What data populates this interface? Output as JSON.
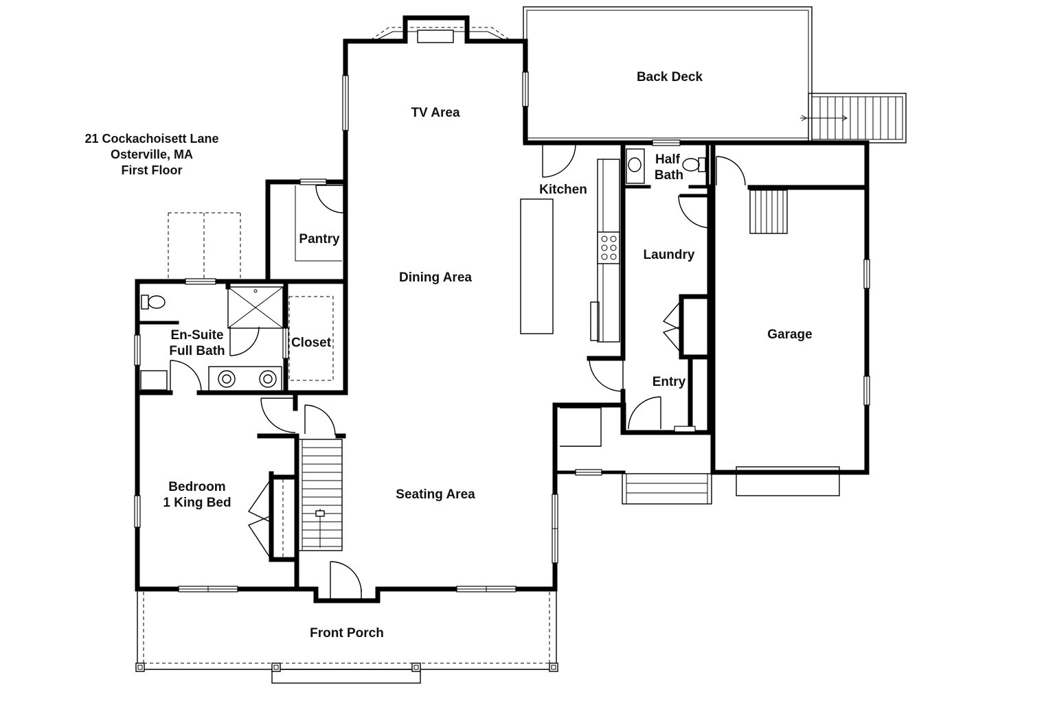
{
  "title": {
    "line1": "21 Cockachoisett Lane",
    "line2": "Osterville, MA",
    "line3": "First Floor"
  },
  "rooms": {
    "back_deck": "Back Deck",
    "tv_area": "TV Area",
    "kitchen": "Kitchen",
    "half_bath_line1": "Half",
    "half_bath_line2": "Bath",
    "pantry": "Pantry",
    "dining_area": "Dining Area",
    "laundry": "Laundry",
    "ensuite_line1": "En-Suite",
    "ensuite_line2": "Full Bath",
    "closet": "Closet",
    "garage": "Garage",
    "entry": "Entry",
    "bedroom_line1": "Bedroom",
    "bedroom_line2": "1 King Bed",
    "seating_area": "Seating Area",
    "front_porch": "Front Porch"
  }
}
